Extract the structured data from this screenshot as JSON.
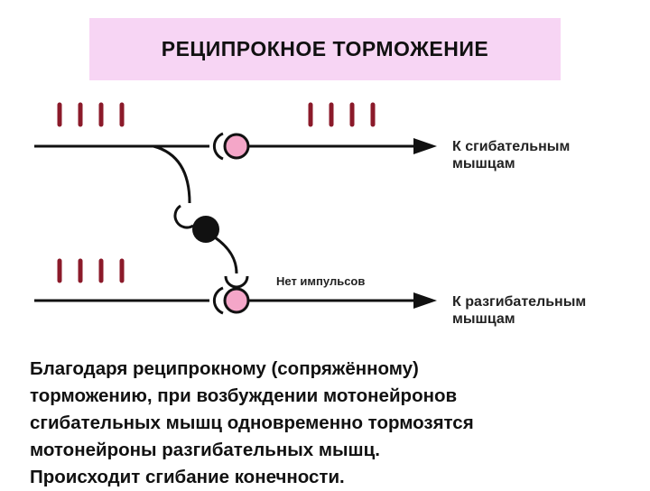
{
  "title": "РЕЦИПРОКНОЕ ТОРМОЖЕНИЕ",
  "labels": {
    "flexor_line1": "К сгибательным",
    "flexor_line2": "мышцам",
    "extensor_line1": "К разгибательным",
    "extensor_line2": "мышцам",
    "no_impulses": "Нет импульсов"
  },
  "body_text": "Благодаря реципрокному (сопряжённому)\nторможению, при возбуждении мотонейронов\nсгибательных мышц одновременно тормозятся\nмотонейроны разгибательных мышц.\nПроисходит сгибание конечности.",
  "colors": {
    "title_bg": "#f7d5f4",
    "impulse": "#8b1a2a",
    "excitatory_synapse": "#f4a6c8",
    "inhibitory_neuron": "#111111",
    "line": "#111111"
  }
}
